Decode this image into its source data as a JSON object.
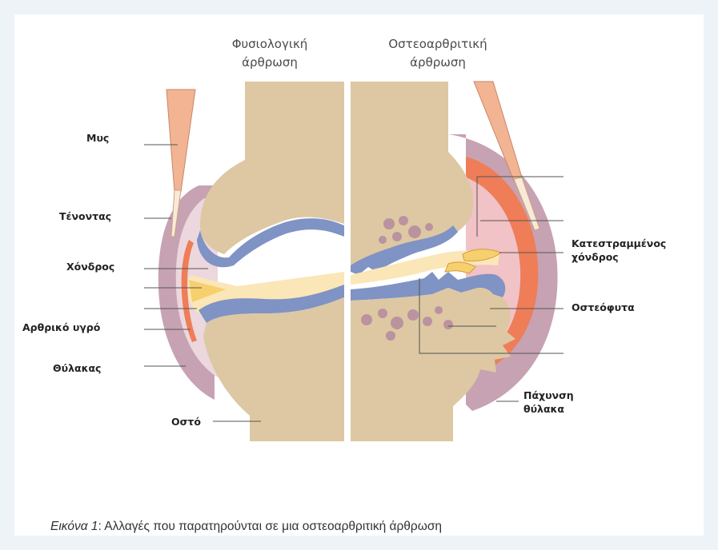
{
  "headers": {
    "normal": [
      "Φυσιολογική",
      "άρθρωση"
    ],
    "osteo": [
      "Οστεοαρθριτική",
      "άρθρωση"
    ]
  },
  "labels_left": {
    "muscle": "Μυς",
    "tendon": "Τένοντας",
    "cartilage": "Χόνδρος",
    "synovial_fluid": "Αρθρικό υγρό",
    "capsule": "Θύλακας",
    "bone": "Οστό"
  },
  "labels_right": {
    "damaged_cartilage": [
      "Κατεστραμμένος",
      "χόνδρος"
    ],
    "osteophytes": "Οστεόφυτα",
    "thickened_capsule": [
      "Πάχυνση",
      "θύλακα"
    ]
  },
  "caption": {
    "prefix": "Εικόνα 1",
    "text": ": Αλλαγές που παρατηρούνται σε μια οστεοαρθριτική άρθρωση"
  },
  "colors": {
    "bone": "#ddc8a3",
    "cartilage": "#7f93c4",
    "capsule": "#c7a2b2",
    "fluid": "#fbe6b8",
    "tendon": "#f2b493",
    "inflamed": "#ef7d57",
    "osteophyte": "#f7d06e",
    "lesion": "#b58a9e"
  }
}
